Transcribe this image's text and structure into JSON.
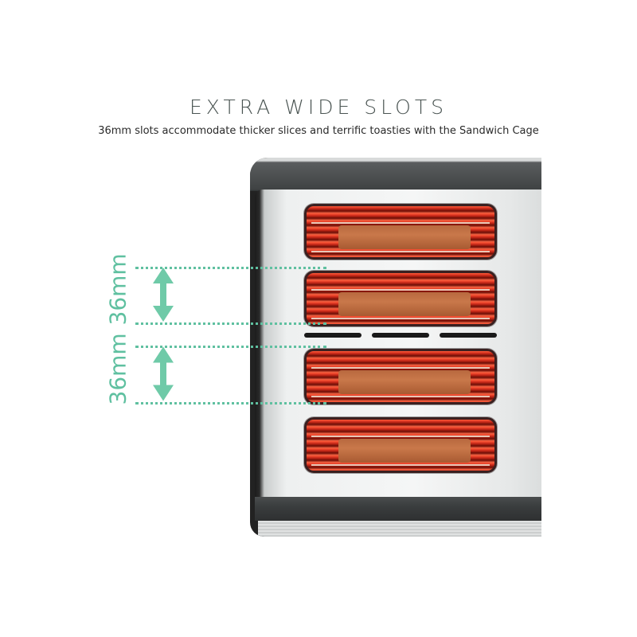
{
  "header": {
    "title": "EXTRA WIDE SLOTS",
    "subtitle": "36mm slots accommodate thicker slices and terrific toasties with the Sandwich Cage"
  },
  "annotations": [
    {
      "label": "36mm",
      "icon": "double-arrow-vertical-icon"
    },
    {
      "label": "36mm",
      "icon": "double-arrow-vertical-icon"
    }
  ],
  "product": {
    "name": "4-slot toaster",
    "slot_count": 4
  },
  "colors": {
    "accent": "#5fc0a0",
    "title_text": "#4a5452",
    "glow": "#e83a20"
  }
}
